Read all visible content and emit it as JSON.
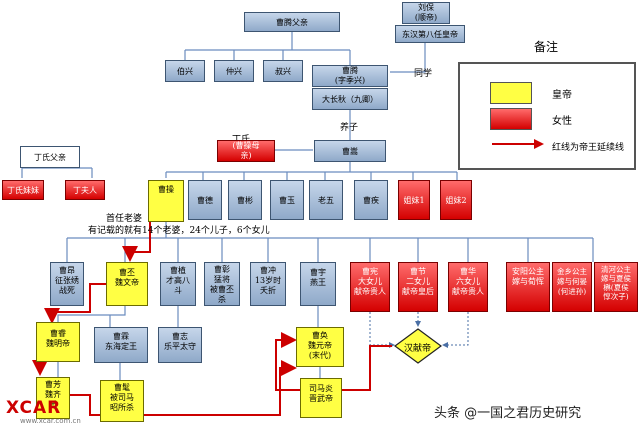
{
  "nodes": {
    "cao_teng_father": "曹腾父亲",
    "liu_bao": "刘保\n(顺帝)",
    "liu_bao_note": "东汉第八任皇帝",
    "bo_xing": "伯兴",
    "zhong_xing": "仲兴",
    "shu_xing": "叔兴",
    "cao_teng": "曹腾\n(字季兴)",
    "cao_teng_title": "大长秋（九卿）",
    "tong_xue": "同学",
    "yang_zi": "养子",
    "ding_shi": "丁氏",
    "cao_song_mother": "(曹操母\n亲)",
    "cao_song": "曹嵩",
    "ding_father": "丁氏父亲",
    "ding_sister": "丁氏妹妹",
    "ding_furen": "丁夫人",
    "ding_note": "首任老婆",
    "cao_cao": "曹操",
    "wives_note": "有记载的就有14个老婆，24个儿子，6个女儿",
    "cao_de": "曹德",
    "cao_bin": "曹彬",
    "cao_yu": "曹玉",
    "lao_wu": "老五",
    "cao_ji": "曹疾",
    "sister1": "姐妹1",
    "sister2": "姐妹2",
    "cao_ang": "曹昂",
    "cao_ang_note": "征张绣\n战死",
    "cao_pi": "曹丕",
    "cao_pi_note": "魏文帝",
    "cao_zhi": "曹植",
    "cao_zhi_note": "才高八\n斗",
    "cao_zhang": "曹彰",
    "cao_zhang_note": "猛将\n被曹丕\n杀",
    "cao_chong": "曹冲",
    "cao_chong_note": "13岁时\n夭折",
    "cao_yu2": "曹宇",
    "cao_yu2_note": "燕王",
    "cao_xian": "曹宪",
    "cao_xian_note": "大女儿\n献帝贵人",
    "cao_jie": "曹节",
    "cao_jie_note": "二女儿\n献帝皇后",
    "cao_hua": "曹华",
    "cao_hua_note": "六女儿\n献帝贵人",
    "anyang": "安阳公主",
    "anyang_note": "嫁与荀恽",
    "jinxiang": "金乡公主",
    "jinxiang_note": "嫁与何晏\n(何进孙)",
    "qinghe": "清河公主",
    "qinghe_note": "嫁与夏侯\n楙(夏侯\n惇次子)",
    "cao_zhi2": "曹志",
    "cao_zhi2_note": "乐平太守",
    "cao_rui": "曹睿",
    "cao_rui_note": "魏明帝",
    "cao_lin": "曹霖",
    "cao_lin_note": "东海定王",
    "cao_huan": "曹奂",
    "cao_huan_note": "魏元帝\n(末代)",
    "xian_di": "汉献帝",
    "cao_fang": "曹芳",
    "cao_fang_note": "魏齐\n王",
    "cao_mao": "曹髦",
    "cao_mao_note": "被司马\n昭所杀",
    "sima_yan": "司马炎",
    "sima_yan_note": "晋武帝"
  },
  "legend": {
    "title": "备注",
    "emperor": "皇帝",
    "female": "女性",
    "redline": "红线为帝王延续线"
  },
  "watermark": {
    "logo": "XCAR",
    "logo_sub": "www.xcar.com.cn",
    "credit": "头条 @一国之君历史研究"
  },
  "colors": {
    "emperor": "#ffff44",
    "female": "#e00000",
    "male": "#a9bfdb",
    "redline": "#cc0000"
  }
}
